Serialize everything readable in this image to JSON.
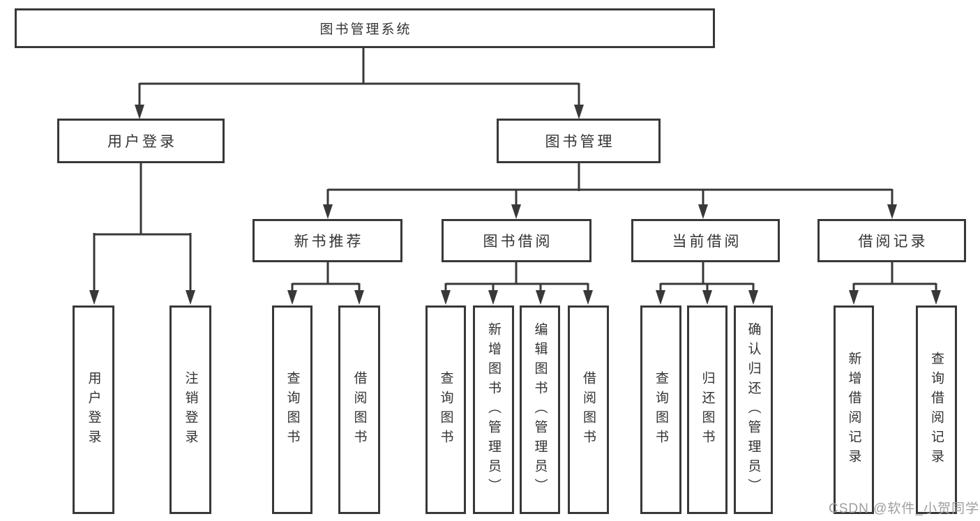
{
  "title": "图书管理系统",
  "tree": {
    "root": "图书管理系统",
    "children": [
      {
        "label": "用户登录",
        "children": [
          {
            "label": "用户登录"
          },
          {
            "label": "注销登录"
          }
        ]
      },
      {
        "label": "图书管理",
        "children": [
          {
            "label": "新书推荐",
            "children": [
              {
                "label": "查询图书"
              },
              {
                "label": "借阅图书"
              }
            ]
          },
          {
            "label": "图书借阅",
            "children": [
              {
                "label": "查询图书"
              },
              {
                "label": "新增图书（管理员）"
              },
              {
                "label": "编辑图书（管理员）"
              },
              {
                "label": "借阅图书"
              }
            ]
          },
          {
            "label": "当前借阅",
            "children": [
              {
                "label": "查询图书"
              },
              {
                "label": "归还图书"
              },
              {
                "label": "确认归还（管理员）"
              }
            ]
          },
          {
            "label": "借阅记录",
            "children": [
              {
                "label": "新增借阅记录"
              },
              {
                "label": "查询借阅记录"
              }
            ]
          }
        ]
      }
    ]
  },
  "watermark": {
    "text": "CSDN @软件_小贺同学"
  },
  "colors": {
    "line": "#383838",
    "text": "#333333",
    "background": "#ffffff",
    "watermark": "#9e9e9e"
  }
}
